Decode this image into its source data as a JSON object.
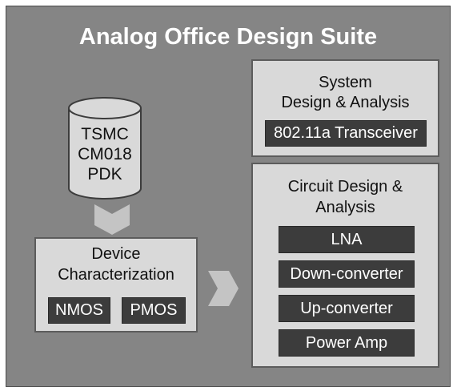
{
  "title": "Analog Office Design Suite",
  "pdk": {
    "lines": [
      "TSMC",
      "CM018",
      "PDK"
    ]
  },
  "device_characterization": {
    "title_lines": [
      "Device",
      "Characterization"
    ],
    "chips": [
      "NMOS",
      "PMOS"
    ]
  },
  "system_design": {
    "title_lines": [
      "System",
      "Design & Analysis"
    ],
    "chip": "802.11a Transceiver"
  },
  "circuit_design": {
    "title_lines": [
      "Circuit Design &",
      "Analysis"
    ],
    "chips": [
      "LNA",
      "Down-converter",
      "Up-converter",
      "Power Amp"
    ]
  },
  "colors": {
    "background": "#858585",
    "panel": "#d9d9d9",
    "chip": "#3c3c3c",
    "arrow": "#c4c4c4"
  }
}
